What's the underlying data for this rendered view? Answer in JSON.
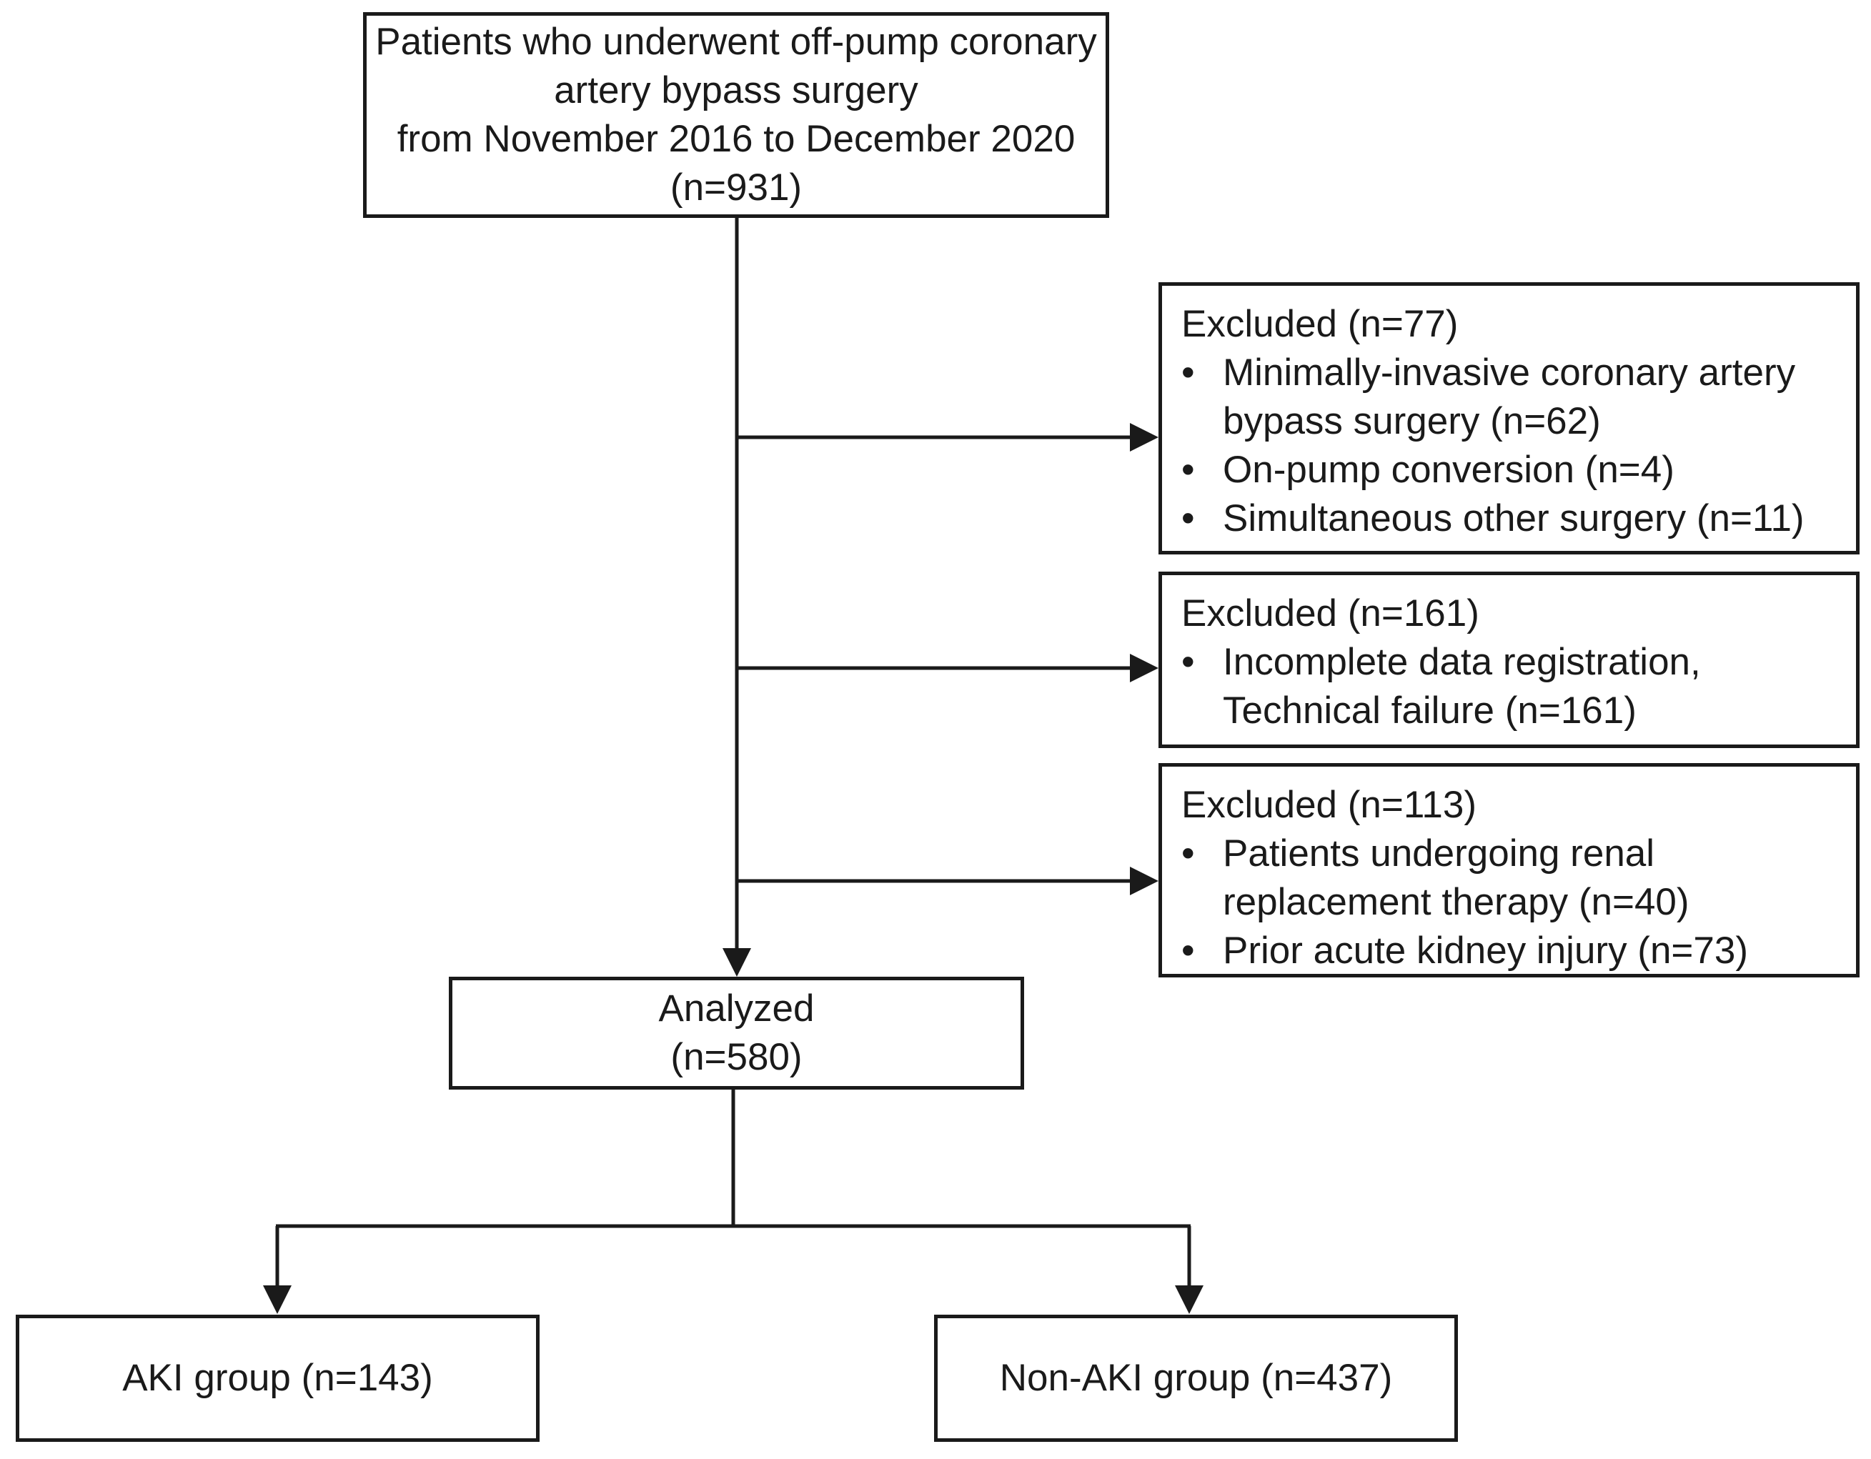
{
  "flowchart": {
    "enrollment": {
      "lines": [
        "Patients who underwent off-pump coronary",
        "artery bypass surgery",
        "from November 2016 to December 2020",
        "(n=931)"
      ]
    },
    "exclusions": [
      {
        "title": "Excluded (n=77)",
        "items": [
          [
            "Minimally-invasive coronary artery",
            "bypass surgery (n=62)"
          ],
          [
            "On-pump conversion (n=4)"
          ],
          [
            "Simultaneous other surgery (n=11)"
          ]
        ]
      },
      {
        "title": "Excluded (n=161)",
        "items": [
          [
            "Incomplete data registration,",
            "Technical failure (n=161)"
          ]
        ]
      },
      {
        "title": "Excluded (n=113)",
        "items": [
          [
            "Patients undergoing renal",
            "replacement therapy (n=40)"
          ],
          [
            "Prior acute kidney injury (n=73)"
          ]
        ]
      }
    ],
    "analyzed": {
      "lines": [
        "Analyzed",
        "(n=580)"
      ]
    },
    "groups": [
      {
        "label": "AKI group (n=143)"
      },
      {
        "label": "Non-AKI group (n=437)"
      }
    ],
    "bullet_char": "•",
    "line_color": "#1a1a1a"
  }
}
